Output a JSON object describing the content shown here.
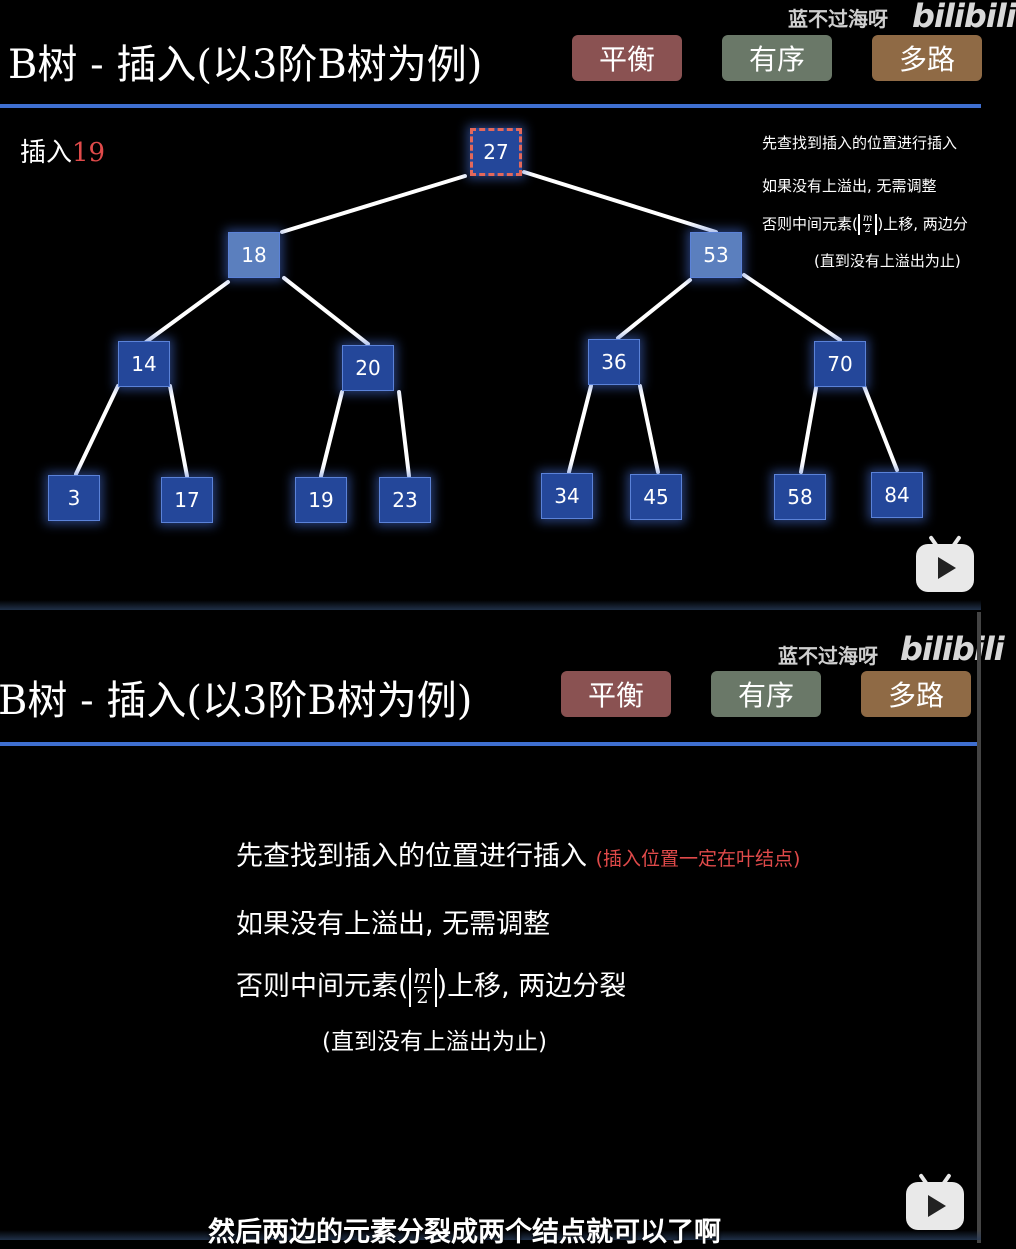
{
  "frame1": {
    "title": "B树 - 插入(以3阶B树为例)",
    "tags": [
      "平衡",
      "有序",
      "多路"
    ],
    "watermark": "蓝不过海呀",
    "logo": "bilibili",
    "insert_label": "插入",
    "insert_value": "19",
    "tree": {
      "root": "27",
      "level1": [
        "18",
        "53"
      ],
      "level2": [
        "14",
        "20",
        "36",
        "70"
      ],
      "leaves": [
        "3",
        "17",
        "19",
        "23",
        "34",
        "45",
        "58",
        "84"
      ]
    },
    "notes": {
      "line1": "先查找到插入的位置进行插入",
      "line2": "如果没有上溢出, 无需调整",
      "line3_prefix": "否则中间元素(",
      "line3_suffix": ")上移, 两边分",
      "frac_num": "m",
      "frac_den": "2",
      "line4": "(直到没有上溢出为止)"
    }
  },
  "frame2": {
    "title": "B树 - 插入(以3阶B树为例)",
    "tags": [
      "平衡",
      "有序",
      "多路"
    ],
    "watermark": "蓝不过海呀",
    "logo": "bilibili",
    "notes": {
      "line1": "先查找到插入的位置进行插入",
      "line1_hint": "(插入位置一定在叶结点)",
      "line2": "如果没有上溢出, 无需调整",
      "line3_prefix": "否则中间元素(",
      "line3_suffix": ")上移, 两边分裂",
      "frac_num": "m",
      "frac_den": "2",
      "line4": "(直到没有上溢出为止)"
    },
    "subtitle": "然后两边的元素分裂成两个结点就可以了啊"
  },
  "colors": {
    "node_fill": "#24479a",
    "node_selected": "#5b7fbe",
    "highlight_dash": "#e3685b",
    "divider": "#3f6fd0",
    "tag_balanced": "#8a5252",
    "tag_ordered": "#6a7868",
    "tag_multiway": "#8f6a45"
  }
}
